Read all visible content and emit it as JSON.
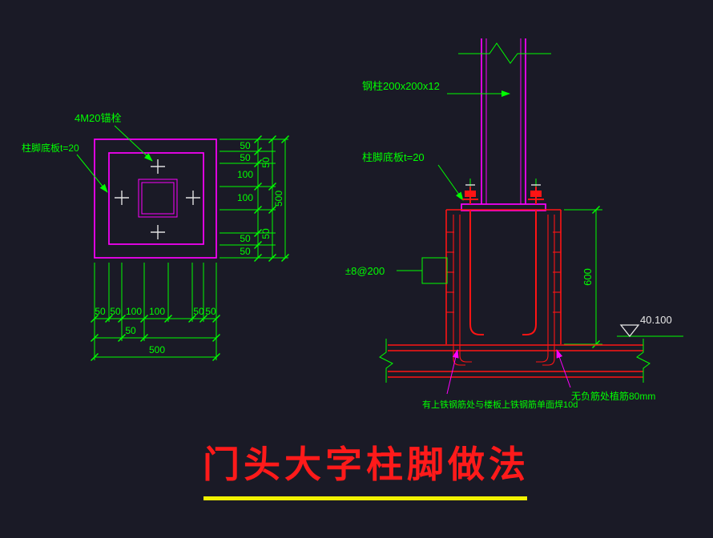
{
  "colors": {
    "background": "#1a1a26",
    "dimension_green": "#00ff00",
    "plate_magenta": "#ff00ff",
    "concrete_red": "#ff1414",
    "underline_yellow": "#f2f200",
    "light_text": "#e8e8e8",
    "title_red": "#ff1a1a"
  },
  "plan_view": {
    "anchor_label": "4M20锚栓",
    "plate_label": "柱脚底板t=20",
    "dims_right": {
      "segments": [
        "50",
        "50",
        "100",
        "100",
        "50",
        "50"
      ],
      "level2": [
        "50",
        "50"
      ],
      "total": "500"
    },
    "dims_bottom": {
      "segments": [
        "50",
        "50",
        "100",
        "100",
        "50",
        "50"
      ],
      "level2": "50",
      "total": "500"
    }
  },
  "section_view": {
    "column_label": "钢柱200x200x12",
    "plate_label": "柱脚底板t=20",
    "stirrup_label": "±8@200",
    "height_dim": "600",
    "elevation": "40.100",
    "weld_note": "有上铁钢筋处与楼板上铁钢筋单面焊10d",
    "plant_note": "无负筋处植筋80mm"
  },
  "title": {
    "text": "门头大字柱脚做法"
  }
}
